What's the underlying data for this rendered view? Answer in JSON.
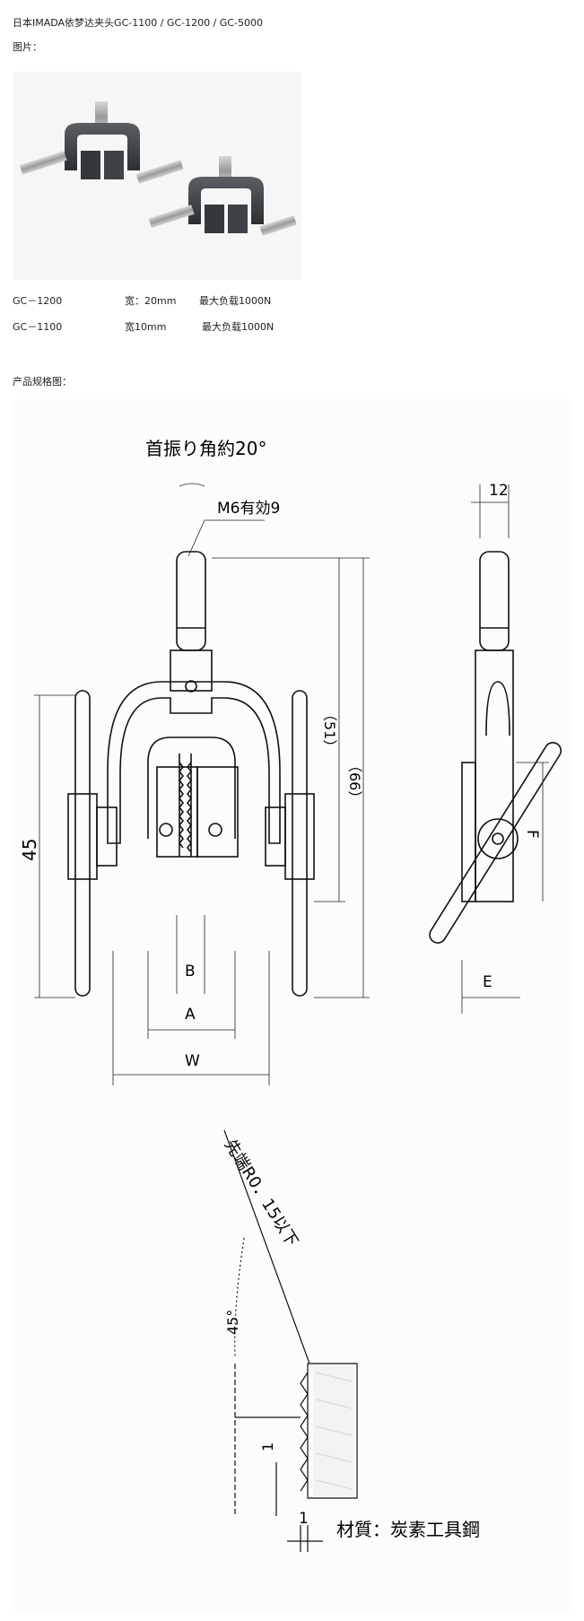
{
  "header": {
    "title": "日本IMADA依梦达夹头GC-1100 / GC-1200 / GC-5000",
    "image_label": "图片："
  },
  "specs": [
    {
      "model": "GC－1200",
      "width": "宽：20mm",
      "load": "最大负载1000N"
    },
    {
      "model": "GC－1100",
      "width": "宽10mm",
      "load": "最大负载1000N"
    }
  ],
  "spec_drawing_label": "产品规格图：",
  "drawing": {
    "swing_angle": "首振り角約20°",
    "thread": "M6有効9",
    "dim_12": "12",
    "dim_45": "45",
    "dim_51": "（51）",
    "dim_66": "（66）",
    "dim_b": "B",
    "dim_a": "A",
    "dim_w": "W",
    "dim_f": "F",
    "dim_e": "E",
    "tip_radius": "先端R0．15以下",
    "angle_45": "45°",
    "dim_1_left": "1",
    "dim_1_bottom": "1",
    "material": "材質：炭素工具鋼"
  }
}
